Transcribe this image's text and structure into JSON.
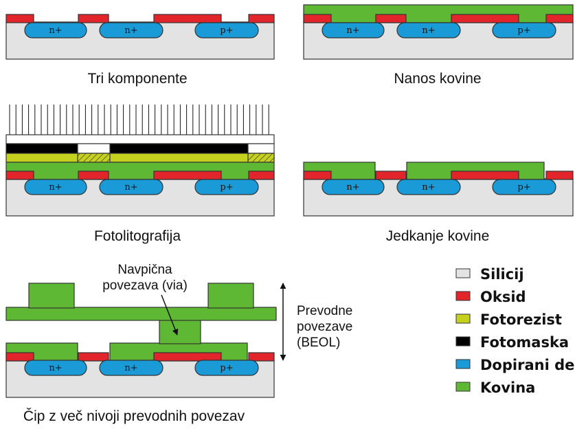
{
  "colors": {
    "silicon": "#e3e3e3",
    "oxide": "#e2252b",
    "photoresist": "#c5d11f",
    "photomask": "#000000",
    "doped": "#1a9ad6",
    "metal": "#5fb833"
  },
  "doped_labels": {
    "n1": "n+",
    "n2": "n+",
    "p1": "p+"
  },
  "panels": {
    "three_components": {
      "caption": "Tri komponente"
    },
    "metal_deposition": {
      "caption": "Nanos kovine"
    },
    "photolithography": {
      "caption": "Fotolitografija"
    },
    "metal_etching": {
      "caption": "Jedkanje kovine"
    },
    "multilevel_chip": {
      "caption": "Čip z več nivoji prevodnih povezav",
      "via_label_line1": "Navpična",
      "via_label_line2": "povezava (via)",
      "beol_line1": "Prevodne",
      "beol_line2": "povezave",
      "beol_line3": "(BEOL)"
    }
  },
  "legend": [
    {
      "label": "Silicij",
      "color": "#e3e3e3"
    },
    {
      "label": "Oksid",
      "color": "#e2252b"
    },
    {
      "label": "Fotorezist",
      "color": "#c5d11f"
    },
    {
      "label": "Fotomaska",
      "color": "#000000"
    },
    {
      "label": "Dopirani del",
      "color": "#1a9ad6"
    },
    {
      "label": "Kovina",
      "color": "#5fb833"
    }
  ]
}
